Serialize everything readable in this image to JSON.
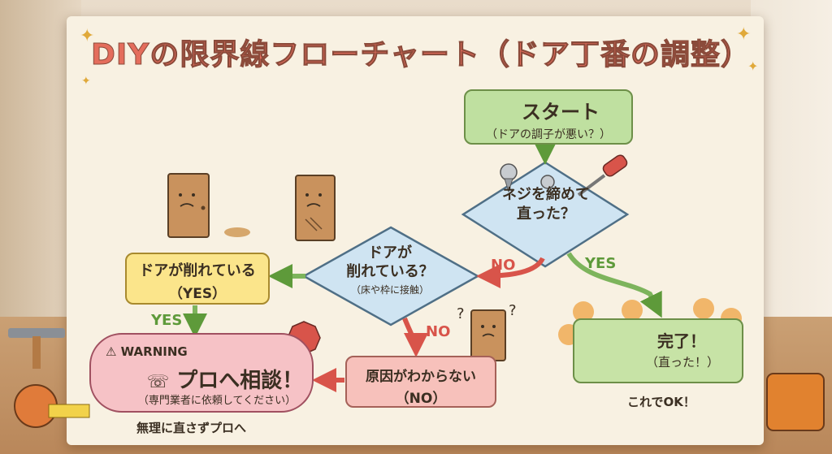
{
  "title": "DIYの限界線フローチャート（ドア丁番の調整）",
  "nodes": {
    "start": {
      "main": "スタート",
      "sub": "（ドアの調子が悪い？）"
    },
    "q_screw": {
      "line1": "ネジを締めて",
      "line2": "直った？"
    },
    "q_scraped": {
      "line1": "ドアが",
      "line2": "削れている？",
      "line3": "（床や枠に接触）"
    },
    "scraped_yes": {
      "main": "ドアが削れている",
      "sub": "（YES）"
    },
    "unknown": {
      "main": "原因がわからない",
      "sub": "（NO）"
    },
    "done": {
      "main": "完了！",
      "sub": "（直った！）"
    },
    "pro": {
      "warning": "WARNING",
      "main": "プロへ相談！",
      "sub": "（専門業者に依頼してください）"
    }
  },
  "edges": {
    "screw_yes": "YES",
    "screw_no": "NO",
    "scraped_yes": "YES",
    "scraped_no": "NO"
  },
  "notes": {
    "pro_caption": "無理に直さずプロへ",
    "done_caption": "これでOK！"
  },
  "colors": {
    "green_box": "#bfe0a0",
    "yellow_box": "#fbe58b",
    "pink_box": "#f7c1bb",
    "diamond": "#cfe4f2",
    "yes_green": "#5e9a3a",
    "no_red": "#d8544a"
  }
}
